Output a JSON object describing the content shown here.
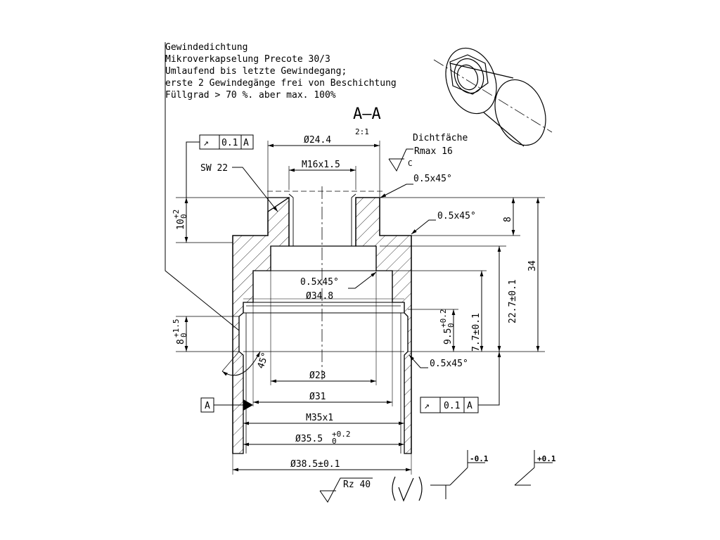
{
  "notes": [
    "Gewindedichtung",
    "Mikroverkapselung Precote 30/3",
    "Umlaufend bis letzte Gewindegang;",
    "erste 2 Gewindegänge frei von Beschichtung",
    "Füllgrad > 70 %. aber max. 100%"
  ],
  "section": {
    "label": "A–A",
    "scale": "2:1"
  },
  "sealing_face": {
    "label": "Dichtfäche",
    "roughness": "Rmax 16",
    "ref": "C"
  },
  "wrench_size": "SW 22",
  "datum": "A",
  "runout_top": {
    "symbol": "↗",
    "value": "0.1",
    "datum": "A"
  },
  "runout_bottom": {
    "symbol": "↗",
    "value": "0.1",
    "datum": "A"
  },
  "dims": {
    "d24_4": "Ø24.4",
    "m16": "M16x1.5",
    "ch_top": "0.5x45°",
    "ch_shoulder": "0.5x45°",
    "ch_inner": "0.5x45°",
    "ch_bottom": "0.5x45°",
    "d34_8": "Ø34.8",
    "d23": "Ø23",
    "d31": "Ø31",
    "m35": "M35x1",
    "d35_5": "Ø35.5",
    "d35_5_tol_up": "+0.2",
    "d35_5_tol_low": "0",
    "d38_5": "Ø38.5±0.1",
    "h10": "10",
    "h10_tol_up": "+2",
    "h10_tol_low": "0",
    "h8": "8",
    "h8b": "8",
    "h8b_tol_up": "+1.5",
    "h8b_tol_low": "0",
    "h34": "34",
    "h22_7": "22.7±0.1",
    "h9_5": "9.5",
    "h9_5_tol_up": "+0.2",
    "h9_5_tol_low": "0",
    "h7_7": "7.7±0.1",
    "angle45": "45°"
  },
  "surface_general": "Rz 40",
  "tol_left": "-0.1",
  "tol_right": "+0.1"
}
